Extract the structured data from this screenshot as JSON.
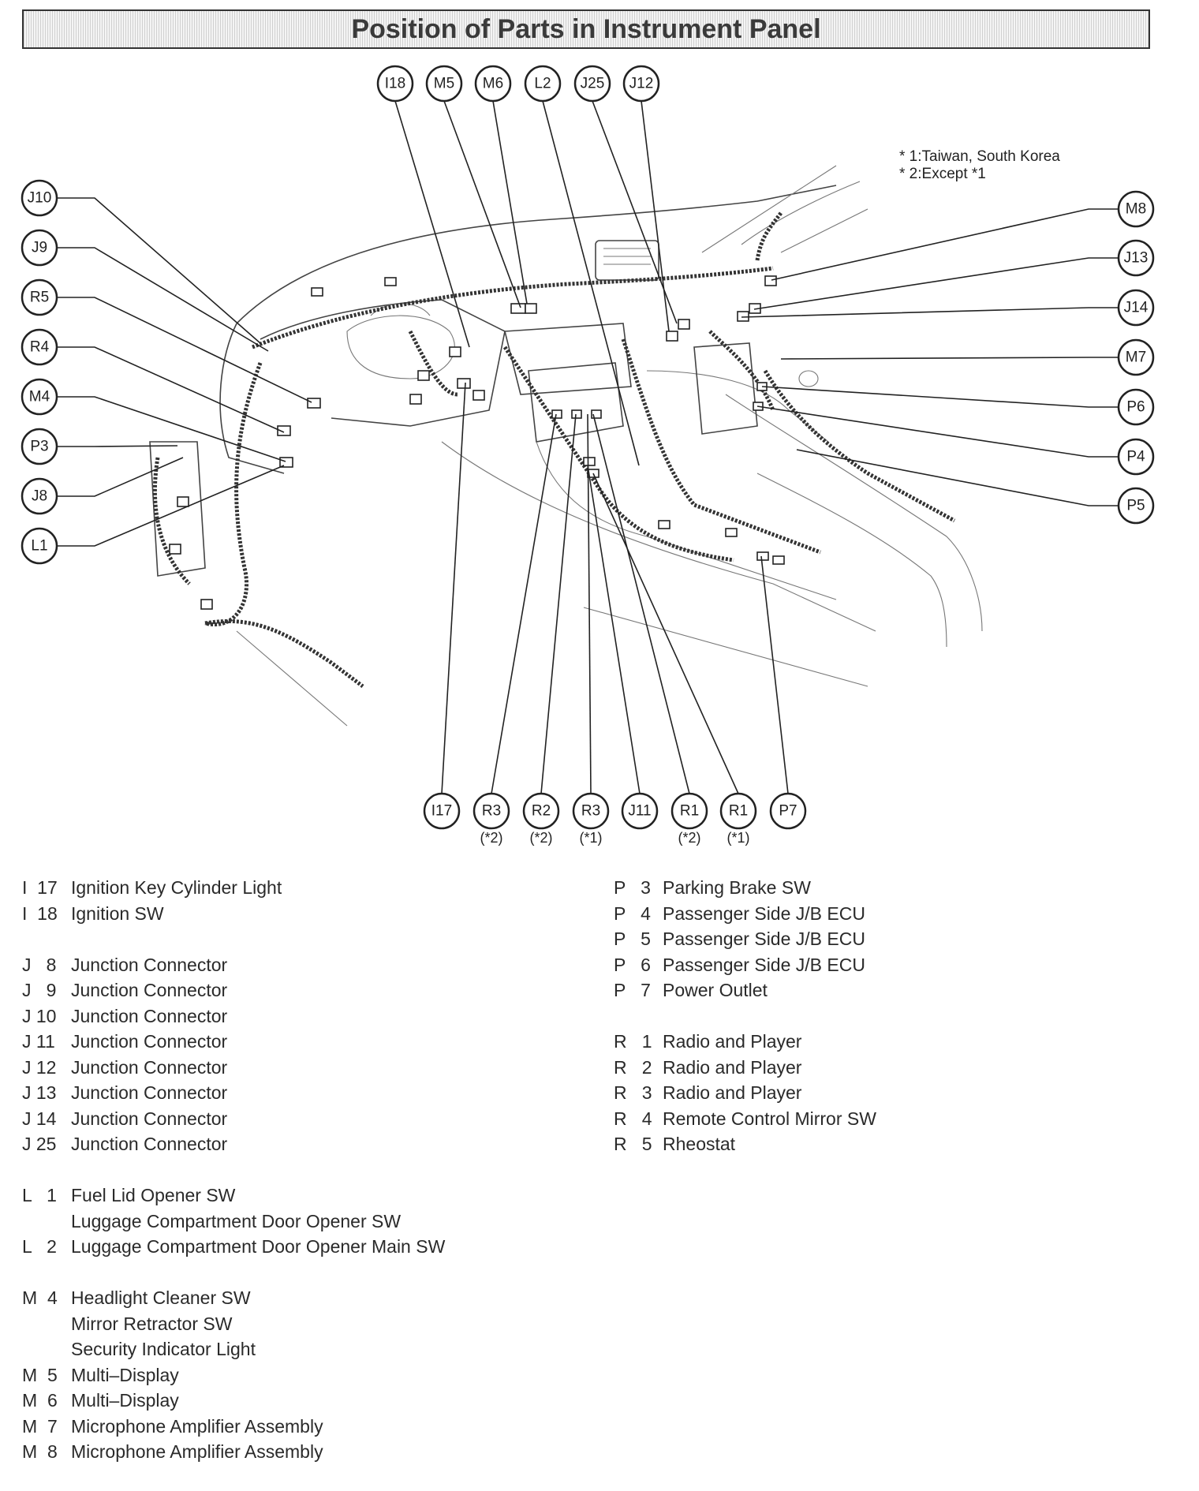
{
  "title": "Position of Parts in Instrument Panel",
  "notes": [
    "* 1:Taiwan, South Korea",
    "* 2:Except *1"
  ],
  "callouts": {
    "top": [
      "I18",
      "M5",
      "M6",
      "L2",
      "J25",
      "J12"
    ],
    "left": [
      "J10",
      "J9",
      "R5",
      "R4",
      "M4",
      "P3",
      "J8",
      "L1"
    ],
    "right": [
      "M8",
      "J13",
      "J14",
      "M7",
      "P6",
      "P4",
      "P5"
    ],
    "bottom": [
      {
        "label": "I17",
        "note": ""
      },
      {
        "label": "R3",
        "note": "(*2)"
      },
      {
        "label": "R2",
        "note": "(*2)"
      },
      {
        "label": "R3",
        "note": "(*1)"
      },
      {
        "label": "J11",
        "note": ""
      },
      {
        "label": "R1",
        "note": "(*2)"
      },
      {
        "label": "R1",
        "note": "(*1)"
      },
      {
        "label": "P7",
        "note": ""
      }
    ]
  },
  "legend_left": [
    {
      "code": "I  17",
      "name": "Ignition Key Cylinder Light"
    },
    {
      "code": "I  18",
      "name": "Ignition SW"
    },
    {
      "code": "",
      "name": ""
    },
    {
      "code": "J   8",
      "name": "Junction Connector"
    },
    {
      "code": "J   9",
      "name": "Junction Connector"
    },
    {
      "code": "J 10",
      "name": "Junction Connector"
    },
    {
      "code": "J 11",
      "name": "Junction Connector"
    },
    {
      "code": "J 12",
      "name": "Junction Connector"
    },
    {
      "code": "J 13",
      "name": "Junction Connector"
    },
    {
      "code": "J 14",
      "name": "Junction Connector"
    },
    {
      "code": "J 25",
      "name": "Junction Connector"
    },
    {
      "code": "",
      "name": ""
    },
    {
      "code": "L   1",
      "name": "Fuel Lid Opener SW"
    },
    {
      "code": "",
      "name": "Luggage Compartment Door Opener SW"
    },
    {
      "code": "L   2",
      "name": "Luggage Compartment Door Opener Main SW"
    },
    {
      "code": "",
      "name": ""
    },
    {
      "code": "M  4",
      "name": "Headlight Cleaner SW"
    },
    {
      "code": "",
      "name": "Mirror Retractor SW"
    },
    {
      "code": "",
      "name": "Security Indicator Light"
    },
    {
      "code": "M  5",
      "name": "Multi–Display"
    },
    {
      "code": "M  6",
      "name": "Multi–Display"
    },
    {
      "code": "M  7",
      "name": "Microphone Amplifier Assembly"
    },
    {
      "code": "M  8",
      "name": "Microphone Amplifier Assembly"
    }
  ],
  "legend_right": [
    {
      "code": "P   3",
      "name": "Parking Brake SW"
    },
    {
      "code": "P   4",
      "name": "Passenger Side J/B ECU"
    },
    {
      "code": "P   5",
      "name": "Passenger Side J/B ECU"
    },
    {
      "code": "P   6",
      "name": "Passenger Side J/B ECU"
    },
    {
      "code": "P   7",
      "name": "Power Outlet"
    },
    {
      "code": "",
      "name": ""
    },
    {
      "code": "R   1",
      "name": "Radio and Player"
    },
    {
      "code": "R   2",
      "name": "Radio and Player"
    },
    {
      "code": "R   3",
      "name": "Radio and Player"
    },
    {
      "code": "R   4",
      "name": "Remote Control Mirror SW"
    },
    {
      "code": "R   5",
      "name": "Rheostat"
    }
  ]
}
